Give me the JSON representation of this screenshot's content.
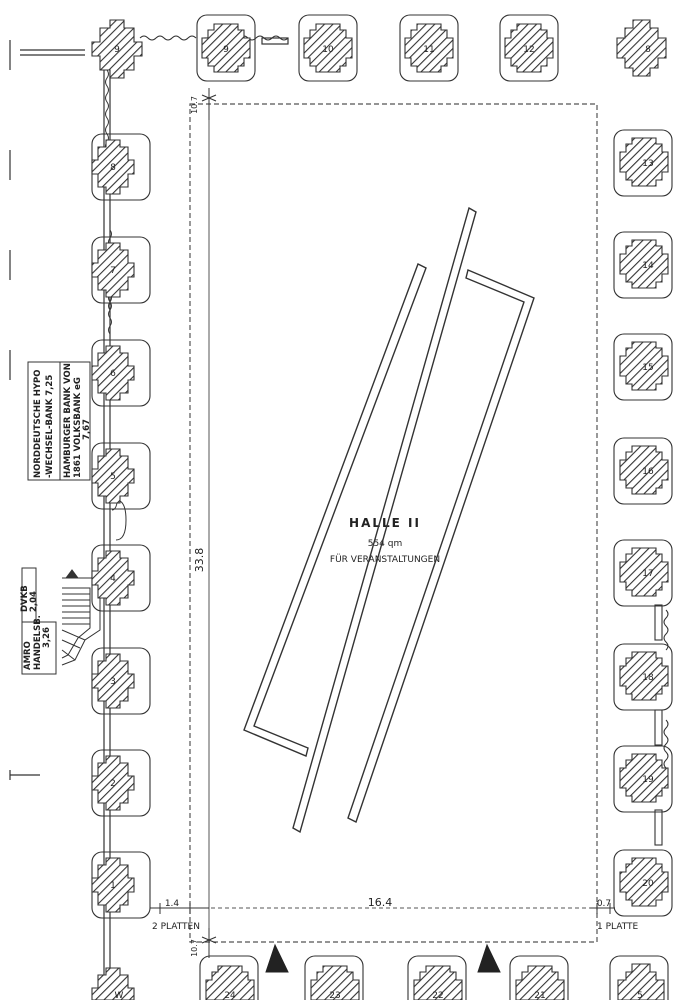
{
  "hall": {
    "title": "HALLE II",
    "area": "554 qm",
    "purpose": "FÜR VERANSTALTUNGEN"
  },
  "dimensions": {
    "height": "33.8",
    "width": "16.4",
    "top_gap": "10.7",
    "bottom_gap": "10.7",
    "left_gap": "1.4",
    "right_gap": "0.7",
    "left_note": "2 PLATTEN",
    "right_note": "1 PLATTE"
  },
  "stands_left": {
    "north_corner": "9",
    "c8": "8",
    "c7": "7",
    "c6": "6",
    "c5": "5",
    "c4": "4",
    "c3": "3",
    "c2": "2",
    "c1": "1",
    "south_corner": "W"
  },
  "stands_top": {
    "t9": "9",
    "t10": "10",
    "t11": "11",
    "t12": "12",
    "corner_ne": "8"
  },
  "stands_right": {
    "r13": "13",
    "r14": "14",
    "r15": "15",
    "r16": "16",
    "r17": "17",
    "r18": "18",
    "r19": "19",
    "r20": "20"
  },
  "stands_bottom": {
    "b24": "24",
    "b23": "23",
    "b22": "22",
    "b21": "21",
    "corner_se": "5"
  },
  "banks": {
    "bank1_line1": "NORDDEUTSCHE HYPO",
    "bank1_line2": "-WECHSEL-BANK 7,25",
    "bank2_line1": "HAMBURGER BANK VON",
    "bank2_line2": "1861 VOLKSBANK eG",
    "bank2_line3": "7,67",
    "bank3_line1": "DVKB",
    "bank3_line2": "2,04",
    "bank4_line1": "AMRO",
    "bank4_line2": "HANDELSB.",
    "bank4_line3": "3,26"
  }
}
